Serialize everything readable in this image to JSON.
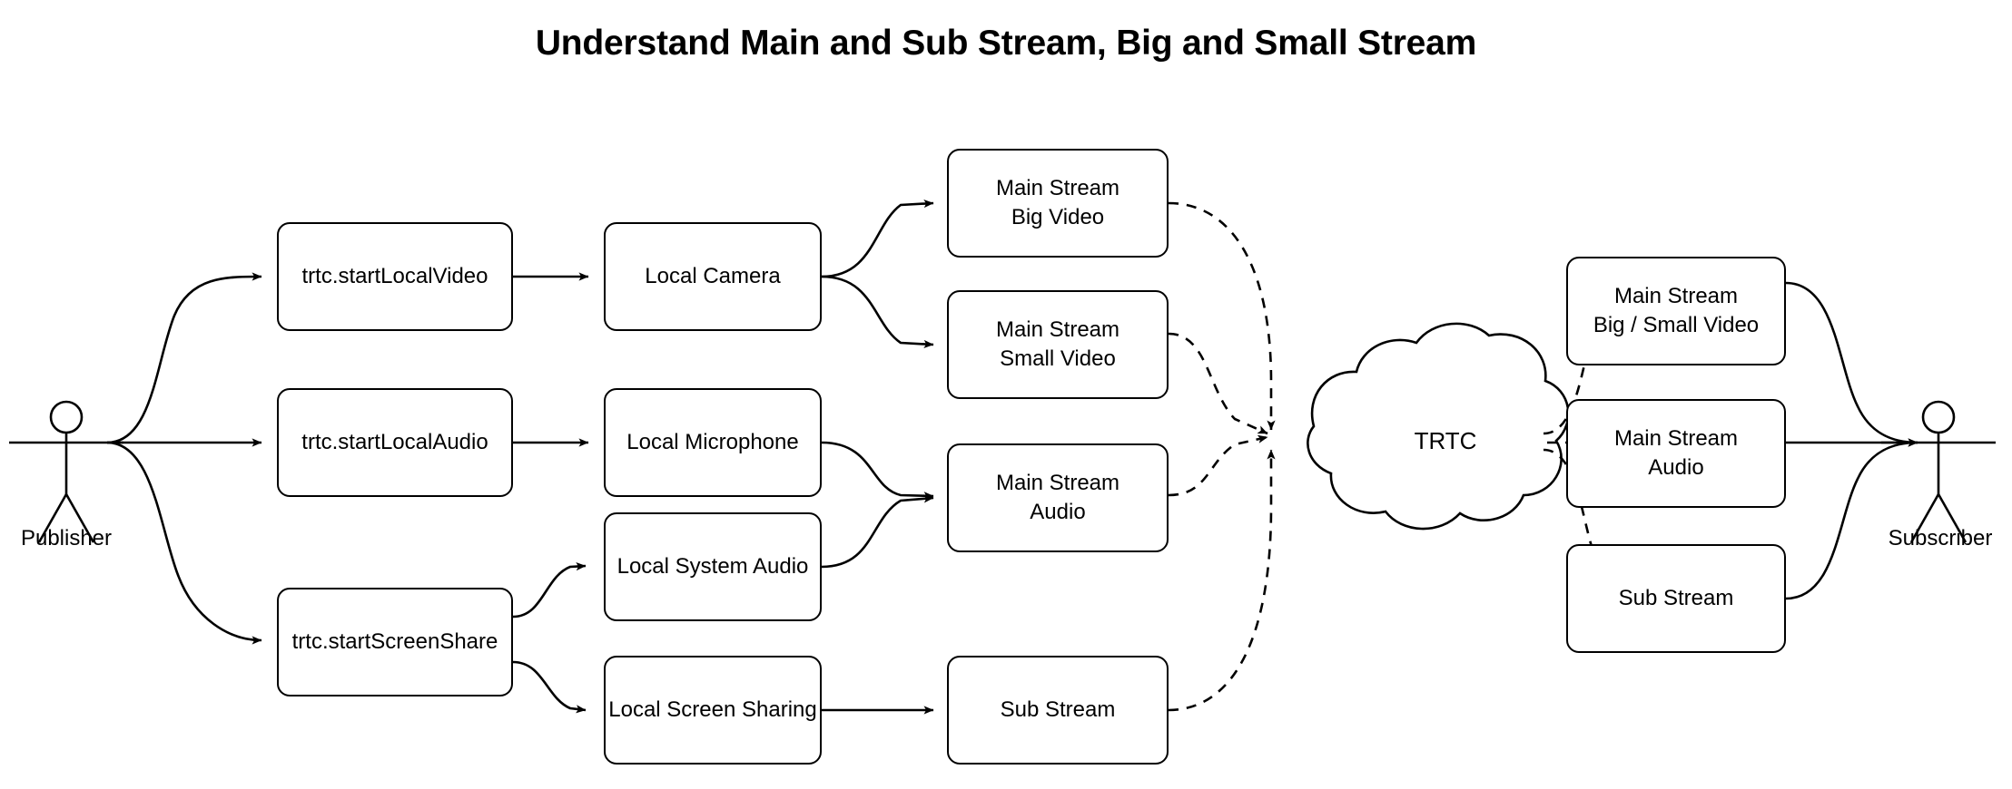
{
  "title": "Understand Main and Sub Stream, Big and Small Stream",
  "actors": {
    "publisher": {
      "label": "Publisher"
    },
    "subscriber": {
      "label": "Subscriber"
    }
  },
  "cloud": {
    "label": "TRTC"
  },
  "api_nodes": [
    {
      "id": "start-local-video",
      "label": "trtc.startLocalVideo"
    },
    {
      "id": "start-local-audio",
      "label": "trtc.startLocalAudio"
    },
    {
      "id": "start-screen-share",
      "label": "trtc.startScreenShare"
    }
  ],
  "source_nodes": [
    {
      "id": "local-camera",
      "label": "Local Camera"
    },
    {
      "id": "local-microphone",
      "label": "Local Microphone"
    },
    {
      "id": "local-system-audio",
      "label": "Local System Audio"
    },
    {
      "id": "local-screen-sharing",
      "label": "Local Screen Sharing"
    }
  ],
  "publish_streams": [
    {
      "id": "main-stream-big-video",
      "label": "Main Stream\nBig Video"
    },
    {
      "id": "main-stream-small-video",
      "label": "Main Stream\nSmall Video"
    },
    {
      "id": "main-stream-audio",
      "label": "Main Stream\nAudio"
    },
    {
      "id": "sub-stream",
      "label": "Sub Stream"
    }
  ],
  "subscribe_streams": [
    {
      "id": "sub-main-big-small-video",
      "label": "Main Stream\nBig / Small Video"
    },
    {
      "id": "sub-main-audio",
      "label": "Main Stream\nAudio"
    },
    {
      "id": "sub-substream",
      "label": "Sub Stream"
    }
  ],
  "colors": {
    "stroke": "#000000",
    "fill": "#ffffff",
    "text": "#000000"
  }
}
